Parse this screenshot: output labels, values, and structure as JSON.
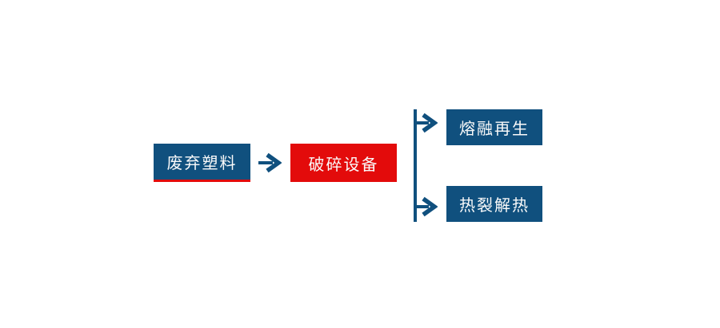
{
  "colors": {
    "node_blue": "#10507e",
    "node_red": "#e30b0b",
    "underline_red": "#e30b0b",
    "connector_blue": "#10507e",
    "text_white": "#fafafa",
    "background": "#ffffff"
  },
  "flowchart": {
    "source_node": {
      "label": "废弃塑料"
    },
    "process_node": {
      "label": "破碎设备"
    },
    "output_nodes": [
      {
        "label": "熔融再生"
      },
      {
        "label": "热裂解热"
      }
    ],
    "arrows": [
      {
        "name": "source-to-process"
      },
      {
        "name": "branch-to-top-output"
      },
      {
        "name": "branch-to-bottom-output"
      }
    ]
  }
}
